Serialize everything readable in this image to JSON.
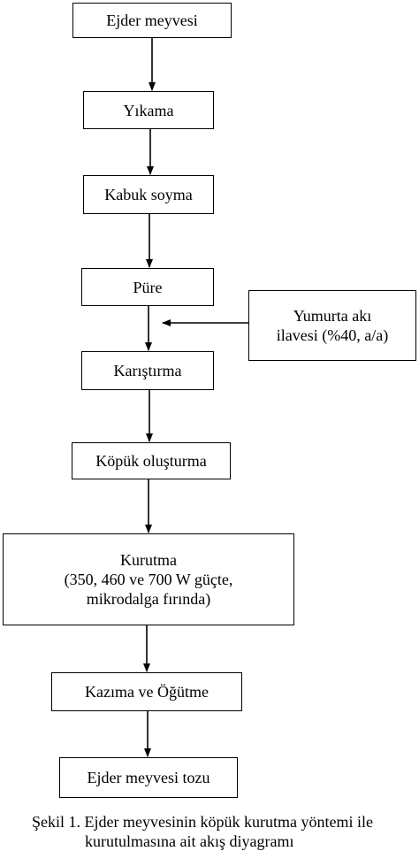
{
  "steps": [
    {
      "id": "ejder-meyvesi",
      "lines": [
        "Ejder meyvesi"
      ]
    },
    {
      "id": "yikama",
      "lines": [
        "Yıkama"
      ]
    },
    {
      "id": "kabuk-soyma",
      "lines": [
        "Kabuk soyma"
      ]
    },
    {
      "id": "pure",
      "lines": [
        "Püre"
      ]
    },
    {
      "id": "karistirma",
      "lines": [
        "Karıştırma"
      ]
    },
    {
      "id": "kopuk-olusturma",
      "lines": [
        "Köpük oluşturma"
      ]
    },
    {
      "id": "kurutma",
      "lines": [
        "Kurutma",
        "(350, 460 ve 700 W güçte,",
        "mikrodalga fırında)"
      ]
    },
    {
      "id": "kazima-ve-ogutme",
      "lines": [
        "Kazıma ve Öğütme"
      ]
    },
    {
      "id": "ejder-meyvesi-tozu",
      "lines": [
        "Ejder meyvesi tozu"
      ]
    }
  ],
  "side_input": {
    "lines": [
      "Yumurta akı",
      "ilavesi (%40, a/a)"
    ]
  },
  "caption": {
    "line1": "Şekil 1. Ejder meyvesinin köpük kurutma yöntemi ile",
    "line2": "kurutulmasına ait akış diyagramı"
  }
}
